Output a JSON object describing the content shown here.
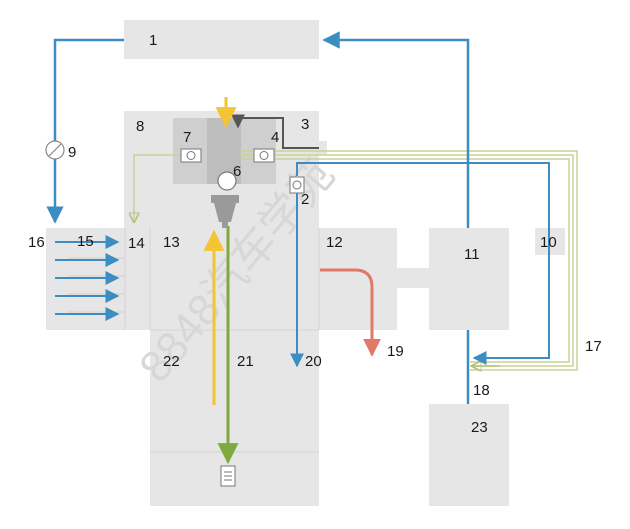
{
  "labels": {
    "l1": "1",
    "l2": "2",
    "l3": "3",
    "l4": "4",
    "l5": "6",
    "l7": "7",
    "l8": "8",
    "l9": "9",
    "l10": "10",
    "l11": "11",
    "l12": "12",
    "l13": "13",
    "l14": "14",
    "l15": "15",
    "l16": "16",
    "l17": "17",
    "l18": "18",
    "l19": "19",
    "l20": "20",
    "l21": "21",
    "l22": "22",
    "l23": "23"
  },
  "watermark": "8848汽车学苑",
  "colors": {
    "block": "#e6e6e6",
    "block_dark": "#cfcfcf",
    "blue": "#3c8dc2",
    "yellow": "#f3c433",
    "green": "#7fa83e",
    "red": "#e07a66",
    "gray_line": "#555555",
    "pale": "#c8d29a"
  }
}
